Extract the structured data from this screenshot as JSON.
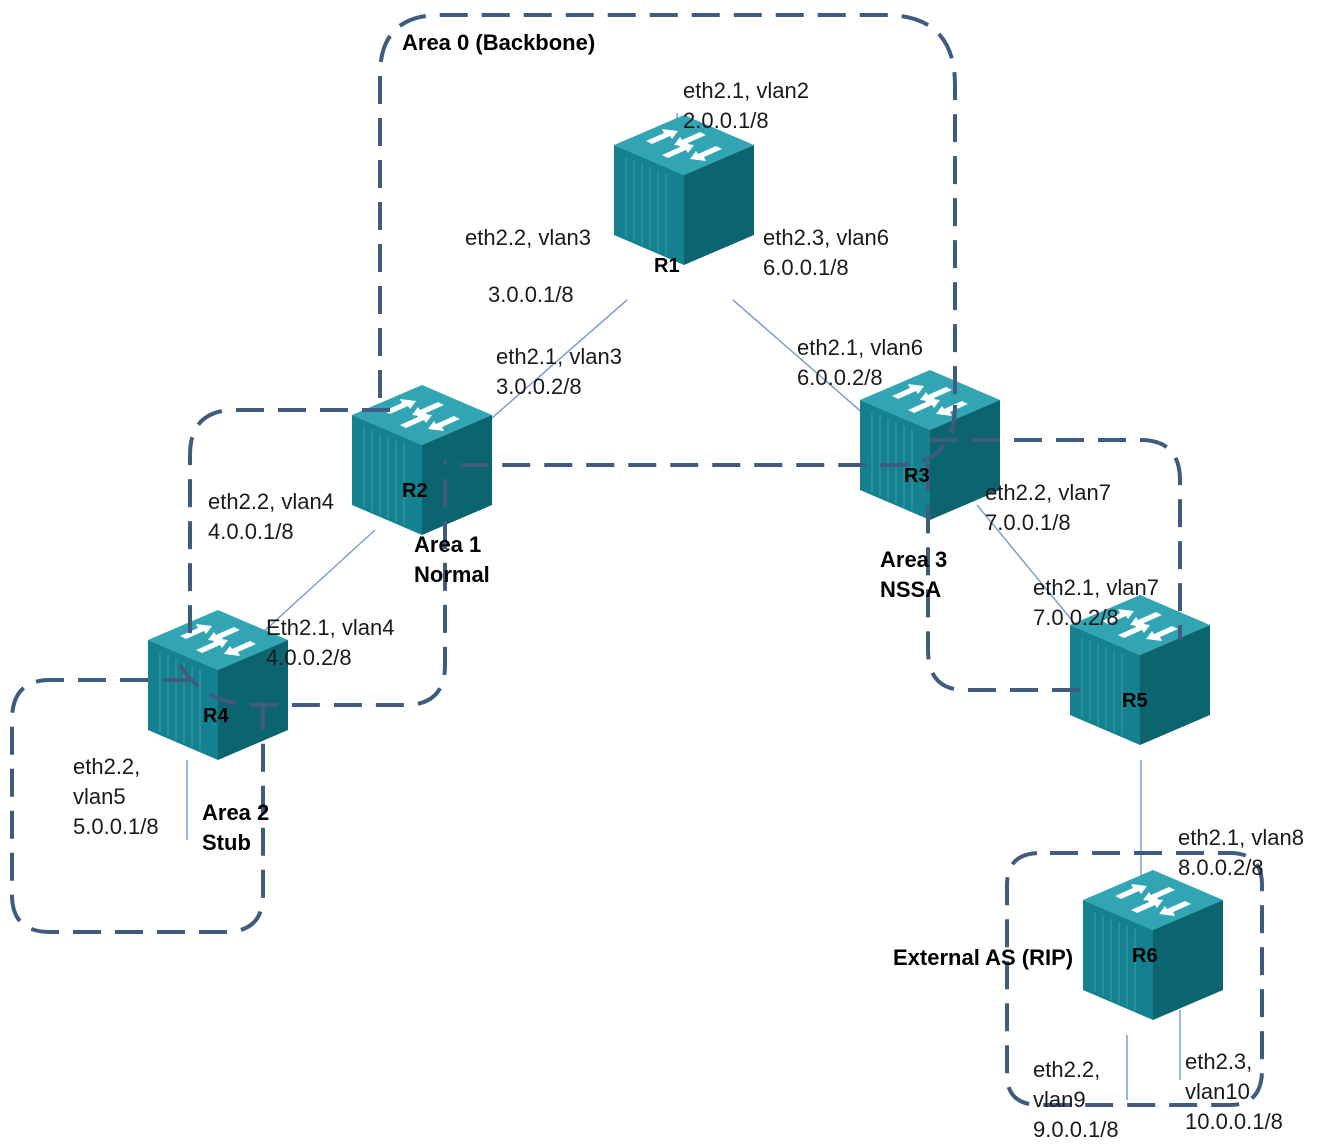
{
  "areas": {
    "area0": [
      "Area 0 (Backbone)"
    ],
    "area1": [
      "Area 1",
      "Normal"
    ],
    "area2": [
      "Area 2",
      "Stub"
    ],
    "area3": [
      "Area 3",
      "NSSA"
    ],
    "external": [
      "External AS (RIP)"
    ]
  },
  "routers": {
    "r1": "R1",
    "r2": "R2",
    "r3": "R3",
    "r4": "R4",
    "r5": "R5",
    "r6": "R6"
  },
  "interfaces": {
    "r1_eth21": [
      "eth2.1, vlan2",
      "2.0.0.1/8"
    ],
    "r1_eth22": [
      "eth2.2, vlan3"
    ],
    "r1_eth22_ip": [
      "3.0.0.1/8"
    ],
    "r1_eth23": [
      "eth2.3, vlan6",
      "6.0.0.1/8"
    ],
    "r2_eth21": [
      "eth2.1, vlan3",
      "3.0.0.2/8"
    ],
    "r2_eth22": [
      "eth2.2, vlan4",
      "4.0.0.1/8"
    ],
    "r3_eth21": [
      "eth2.1, vlan6",
      "6.0.0.2/8"
    ],
    "r3_eth22": [
      "eth2.2, vlan7",
      "7.0.0.1/8"
    ],
    "r4_eth21": [
      "Eth2.1, vlan4",
      "4.0.0.2/8"
    ],
    "r4_eth22": [
      "eth2.2,",
      "vlan5",
      "5.0.0.1/8"
    ],
    "r5_eth21": [
      "eth2.1, vlan7",
      "7.0.0.2/8"
    ],
    "r6_eth21": [
      "eth2.1, vlan8",
      "8.0.0.2/8"
    ],
    "r6_eth22": [
      "eth2.2,",
      "vlan9",
      "9.0.0.1/8"
    ],
    "r6_eth23": [
      "eth2.3,",
      "vlan10",
      "10.0.0.1/8"
    ]
  },
  "colors": {
    "router_top": "#31a5b3",
    "router_left": "#13818f",
    "router_right": "#0b6470",
    "link": "#7f9fcf",
    "boundary": "#3f5b80"
  }
}
